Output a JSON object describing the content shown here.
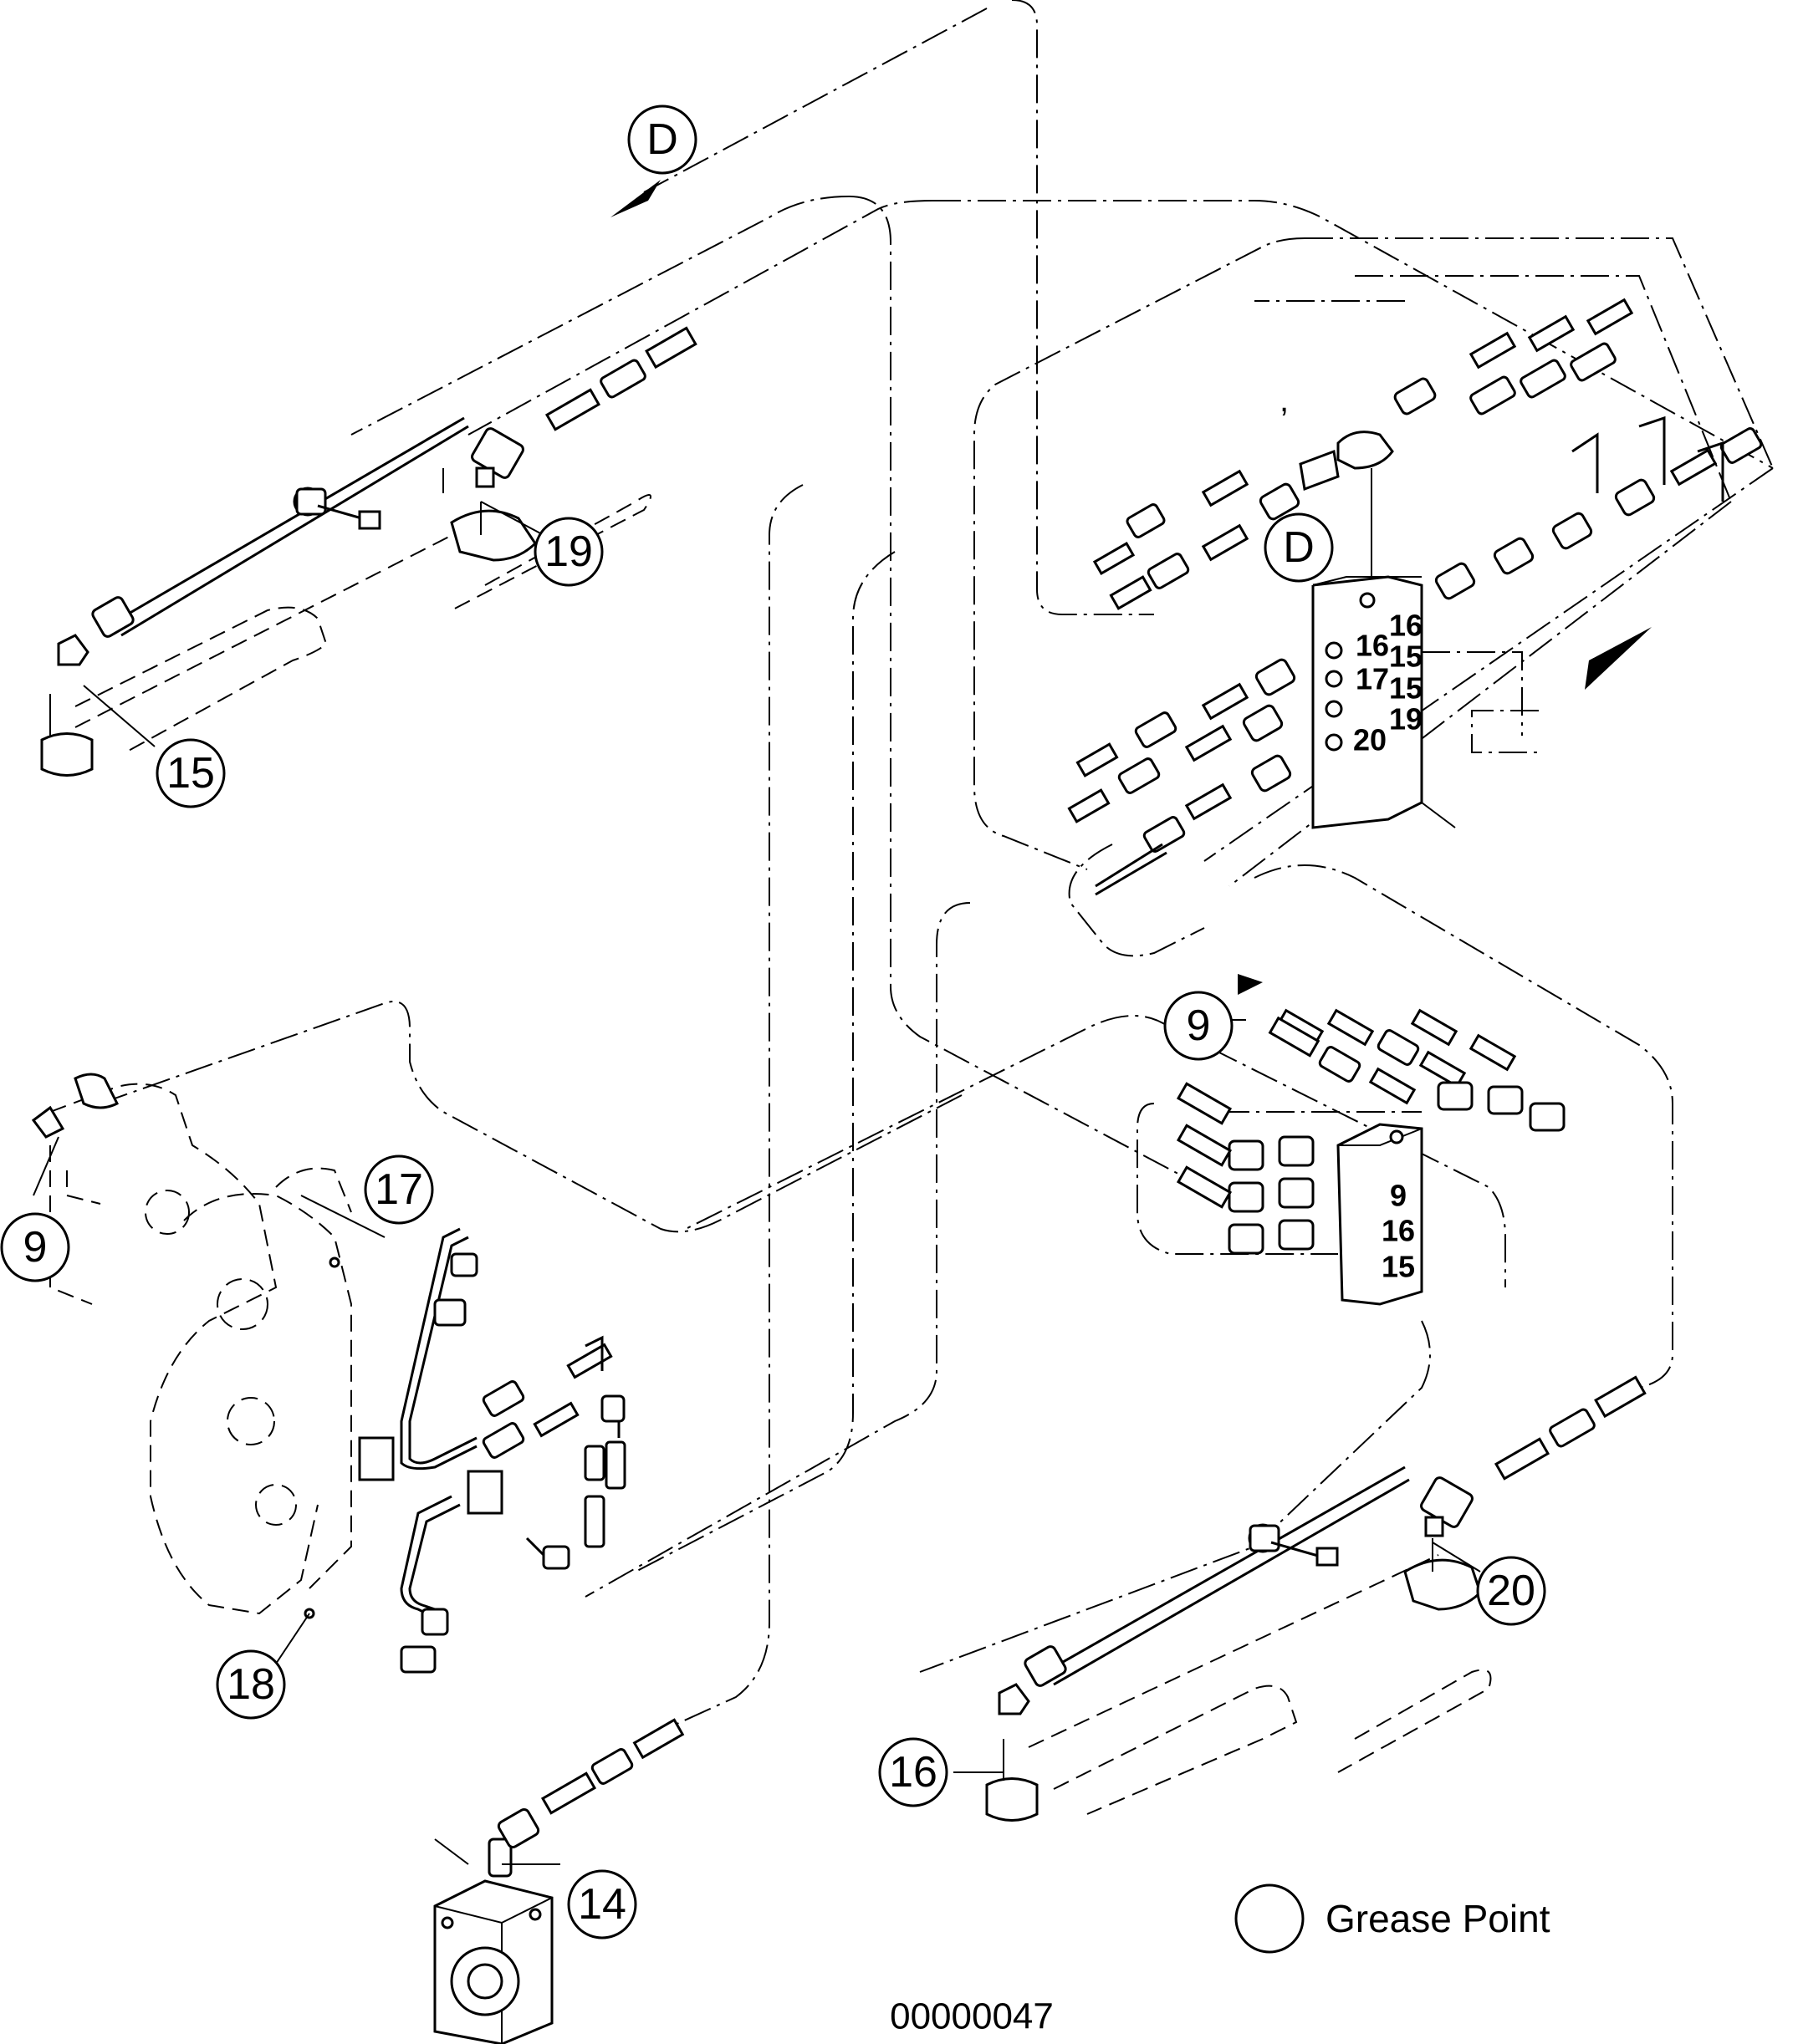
{
  "callouts": {
    "d_top": "D",
    "d_block": "D",
    "c19": "19",
    "c15": "15",
    "c9_left": "9",
    "c9_right": "9",
    "c17": "17",
    "c18": "18",
    "c14": "14",
    "c16": "16",
    "c20": "20"
  },
  "block_upper": {
    "left_col": [
      "16",
      "17",
      "",
      "20"
    ],
    "right_col": [
      "16",
      "15",
      "15",
      "19"
    ]
  },
  "block_lower": {
    "labels": [
      "9",
      "16",
      "15"
    ]
  },
  "stray_mark": ",",
  "legend": {
    "label": "Grease Point"
  },
  "drawing_number": "00000047",
  "icons": [
    "grease-point-circle-icon",
    "arrow-icon"
  ]
}
